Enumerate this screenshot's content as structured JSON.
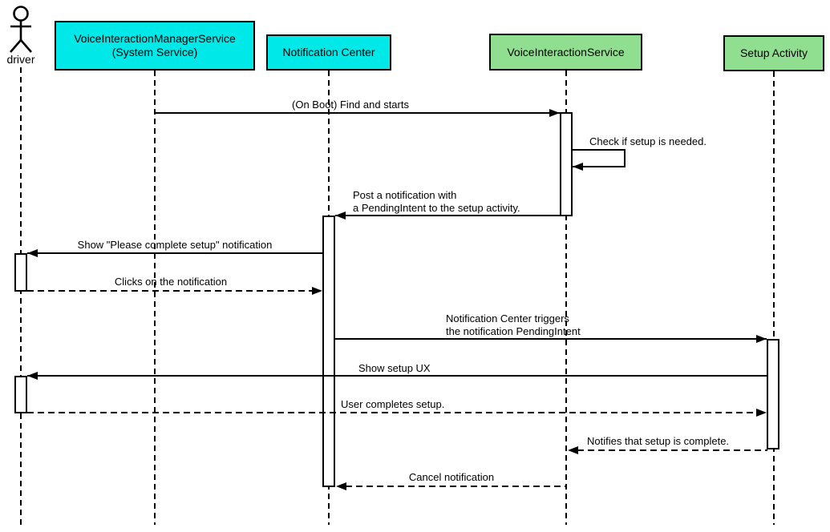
{
  "colors": {
    "participant_cyan": "#00E8E8",
    "participant_green": "#90DE90",
    "line_black": "#000000",
    "background": "#FFFFFF"
  },
  "participants": [
    {
      "name": "driver",
      "type": "actor"
    },
    {
      "name": "VoiceInteractionManagerService\n(System Service)",
      "type": "object",
      "color": "#00E8E8"
    },
    {
      "name": "Notification Center",
      "type": "object",
      "color": "#00E8E8"
    },
    {
      "name": "VoiceInteractionService",
      "type": "object",
      "color": "#90DE90"
    },
    {
      "name": "Setup Activity",
      "type": "object",
      "color": "#90DE90"
    }
  ],
  "messages": [
    {
      "label": "(On Boot) Find and starts",
      "from": "VoiceInteractionManagerService (System Service)",
      "to": "VoiceInteractionService",
      "line": "solid"
    },
    {
      "label": "Check if setup is needed.",
      "from": "VoiceInteractionService",
      "to": "VoiceInteractionService",
      "line": "solid"
    },
    {
      "label": "Post a notification with\na PendingIntent to the setup activity.",
      "from": "VoiceInteractionService",
      "to": "Notification Center",
      "line": "solid"
    },
    {
      "label": "Show \"Please complete setup\" notification",
      "from": "Notification Center",
      "to": "driver",
      "line": "solid"
    },
    {
      "label": "Clicks on the notification",
      "from": "driver",
      "to": "Notification Center",
      "line": "dashed"
    },
    {
      "label": "Notification Center triggers\nthe notification PendingIntent",
      "from": "Notification Center",
      "to": "Setup Activity",
      "line": "solid"
    },
    {
      "label": "Show setup UX",
      "from": "Setup Activity",
      "to": "driver",
      "line": "solid"
    },
    {
      "label": "User completes setup.",
      "from": "driver",
      "to": "Setup Activity",
      "line": "dashed"
    },
    {
      "label": "Notifies that setup is complete.",
      "from": "Setup Activity",
      "to": "VoiceInteractionService",
      "line": "dashed"
    },
    {
      "label": "Cancel notification",
      "from": "VoiceInteractionService",
      "to": "Notification Center",
      "line": "dashed"
    }
  ]
}
